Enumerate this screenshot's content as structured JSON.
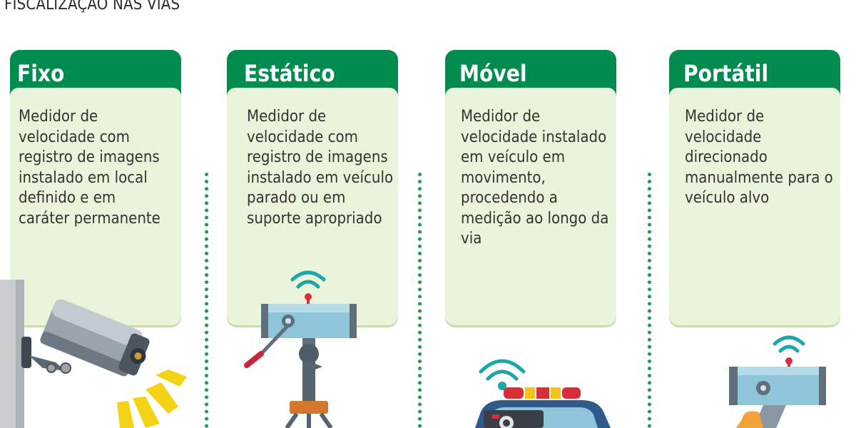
{
  "title": "FISCALIZAÇÃO NAS VIAS",
  "cards": [
    {
      "name": "Fixo",
      "description": "Medidor de velocidade com registro de imagens instalado em local definido e em caráter permanente"
    },
    {
      "name": "Estático",
      "description": "Medidor de velocidade com registro de imagens instalado em veículo parado ou em suporte apropriado"
    },
    {
      "name": "Móvel",
      "description": "Medidor de velocidade instalado em veículo em movimento, procedendo a medição ao longo da via"
    },
    {
      "name": "Portátil",
      "description": "Medidor de velocidade direcionado manualmente para o veículo alvo"
    }
  ],
  "colors": {
    "header_green": "#008c4e",
    "card_bg": "#e9f4da",
    "divider": "#1f9a50",
    "wifi": "#1aa7a8",
    "device_blue": "#8fc5d9"
  },
  "icons": [
    "surveillance-camera-icon",
    "tripod-speed-camera-icon",
    "police-car-icon",
    "handheld-radar-gun-icon"
  ]
}
